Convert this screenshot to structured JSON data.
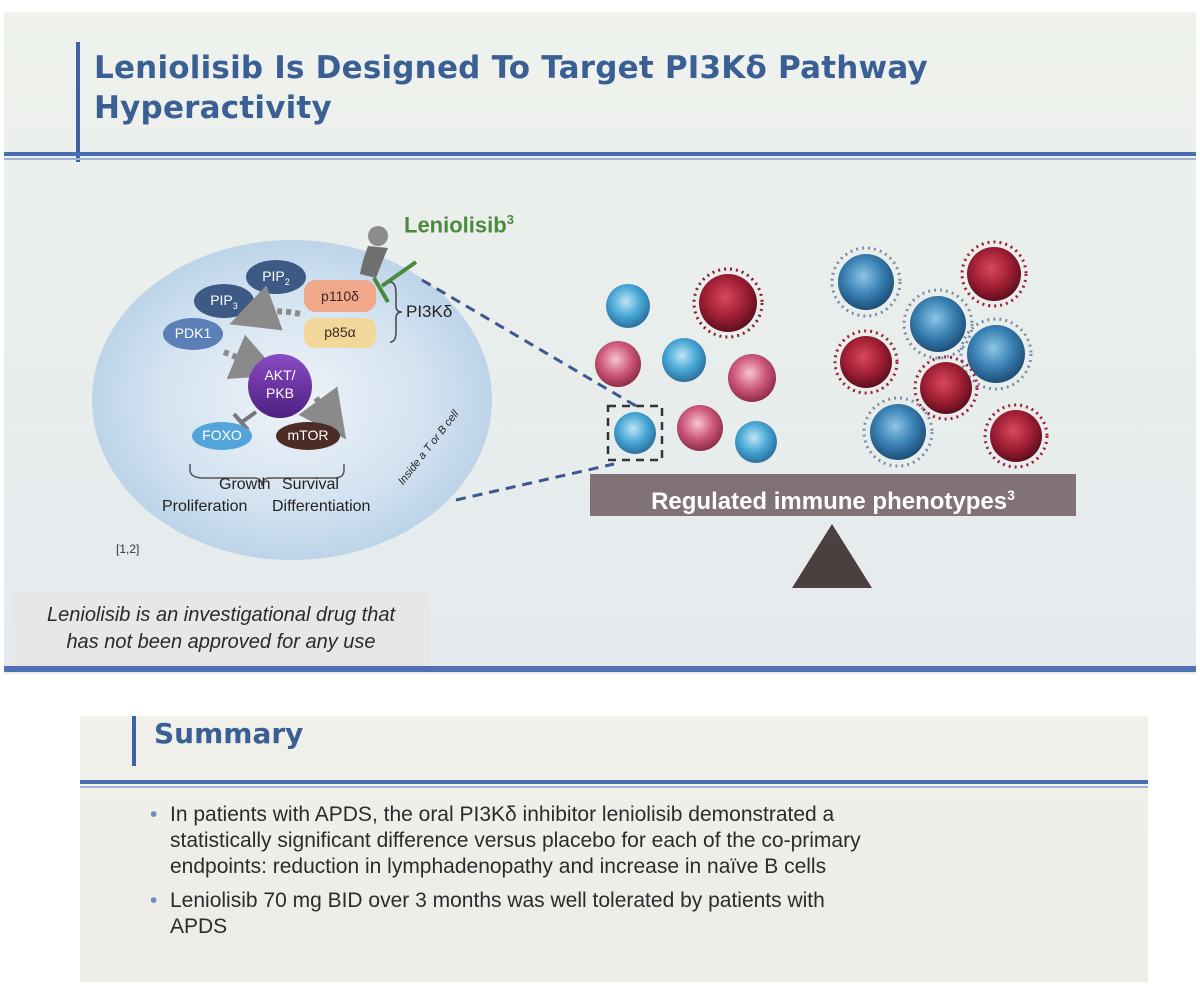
{
  "slide1": {
    "title_line1": "Leniolisib Is Designed To Target PI3Kδ Pathway",
    "title_line2": "Hyperactivity",
    "drug_label": "Leniolisib",
    "drug_sup": "3",
    "pi3k_label": "PI3Kδ",
    "nodes": {
      "pip2": "PIP",
      "pip2_sub": "2",
      "pip3": "PIP",
      "pip3_sub": "3",
      "p110": "p110δ",
      "p85": "p85α",
      "pdk1": "PDK1",
      "akt_line1": "AKT/",
      "akt_line2": "PKB",
      "foxo": "FOXO",
      "mtor": "mTOR"
    },
    "outcomes": {
      "growth": "Growth",
      "survival": "Survival",
      "proliferation": "Proliferation",
      "differentiation": "Differentiation"
    },
    "inside_cell_label": "Inside a T or B cell",
    "citation": "[1,2]",
    "note_line1": "Leniolisib is an investigational drug that",
    "note_line2": "has not been approved for any use",
    "phenotype_label": "Regulated immune phenotypes",
    "phenotype_sup": "3",
    "colors": {
      "title": "#3a5f95",
      "leniolisib_green": "#4b8a3c",
      "cell_blue": "#3fa0cf",
      "cell_pink": "#c94d72",
      "cell_darkred": "#8e1a2b",
      "akt_purple": "#6a2fa1",
      "mtor_brown": "#4b2c26",
      "p110_orange": "#f2a88a",
      "p85_yellow": "#f3d79a"
    }
  },
  "slide2": {
    "title": "Summary",
    "bullets": [
      {
        "line1": "In patients with APDS, the oral PI3Kδ inhibitor leniolisib demonstrated a",
        "line2": "statistically significant difference versus placebo for each of the co-primary",
        "line3": "endpoints: reduction in lymphadenopathy and increase in naïve B cells"
      },
      {
        "line1": "Leniolisib 70 mg BID over 3 months was well tolerated by patients with",
        "line2": "APDS"
      }
    ]
  }
}
